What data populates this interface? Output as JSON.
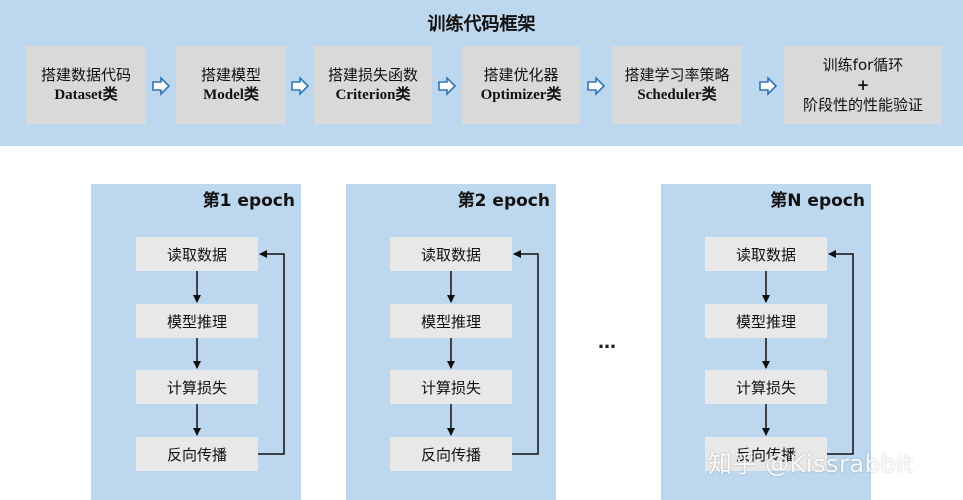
{
  "title": "训练代码框架",
  "steps": [
    {
      "line1": "搭建数据代码",
      "line2": "Dataset类"
    },
    {
      "line1": "搭建模型",
      "line2": "Model类"
    },
    {
      "line1": "搭建损失函数",
      "line2": "Criterion类"
    },
    {
      "line1": "搭建优化器",
      "line2": "Optimizer类"
    },
    {
      "line1": "搭建学习率策略",
      "line2": "Scheduler类"
    },
    {
      "line1": "训练for循环",
      "line2": "+",
      "line3": "阶段性的性能验证"
    }
  ],
  "epochs": [
    {
      "title": "第1 epoch",
      "nodes": [
        "读取数据",
        "模型推理",
        "计算损失",
        "反向传播"
      ]
    },
    {
      "title": "第2 epoch",
      "nodes": [
        "读取数据",
        "模型推理",
        "计算损失",
        "反向传播"
      ]
    },
    {
      "title": "第N epoch",
      "nodes": [
        "读取数据",
        "模型推理",
        "计算损失",
        "反向传播"
      ]
    }
  ],
  "ellipsis": "…",
  "watermark": "知乎 @Kissrabbit",
  "colors": {
    "band": "#bdd7ee",
    "box": "#d9d9d9",
    "node": "#e8e8e8",
    "arrow": "#2e75b6"
  }
}
